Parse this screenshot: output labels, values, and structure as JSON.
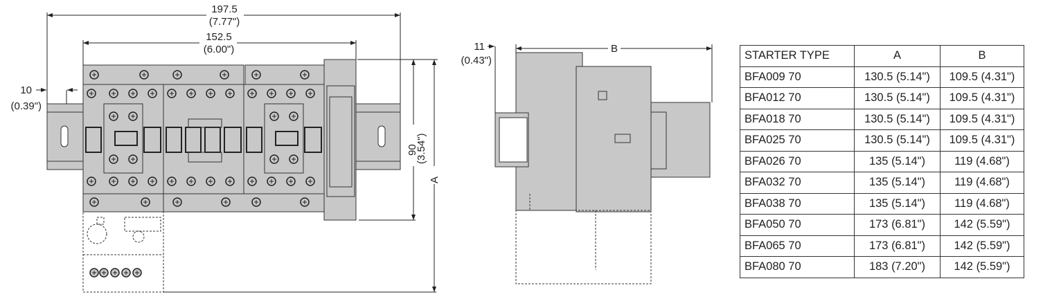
{
  "front_view": {
    "overall_width": "197.5",
    "overall_width_in": "(7.77\")",
    "body_width": "152.5",
    "body_width_in": "(6.00\")",
    "rail_offset": "10",
    "rail_offset_in": "(0.39\")",
    "height": "90",
    "height_in": "(3.54\")",
    "height_total_label": "A"
  },
  "side_view": {
    "offset": "11",
    "offset_in": "(0.43\")",
    "depth_label": "B"
  },
  "table": {
    "headers": [
      "STARTER TYPE",
      "A",
      "B"
    ],
    "rows": [
      [
        "BFA009 70",
        "130.5 (5.14\")",
        "109.5 (4.31\")"
      ],
      [
        "BFA012 70",
        "130.5 (5.14\")",
        "109.5 (4.31\")"
      ],
      [
        "BFA018 70",
        "130.5 (5.14\")",
        "109.5 (4.31\")"
      ],
      [
        "BFA025 70",
        "130.5 (5.14\")",
        "109.5 (4.31\")"
      ],
      [
        "BFA026 70",
        "135 (5.14\")",
        "119 (4.68\")"
      ],
      [
        "BFA032 70",
        "135 (5.14\")",
        "119 (4.68\")"
      ],
      [
        "BFA038 70",
        "135 (5.14\")",
        "119 (4.68\")"
      ],
      [
        "BFA050 70",
        "173 (6.81\")",
        "142 (5.59\")"
      ],
      [
        "BFA065 70",
        "173 (6.81\")",
        "142 (5.59\")"
      ],
      [
        "BFA080 70",
        "183 (7.20\")",
        "142 (5.59\")"
      ]
    ]
  },
  "colors": {
    "body": "#c8c8c8",
    "line": "#333333"
  }
}
